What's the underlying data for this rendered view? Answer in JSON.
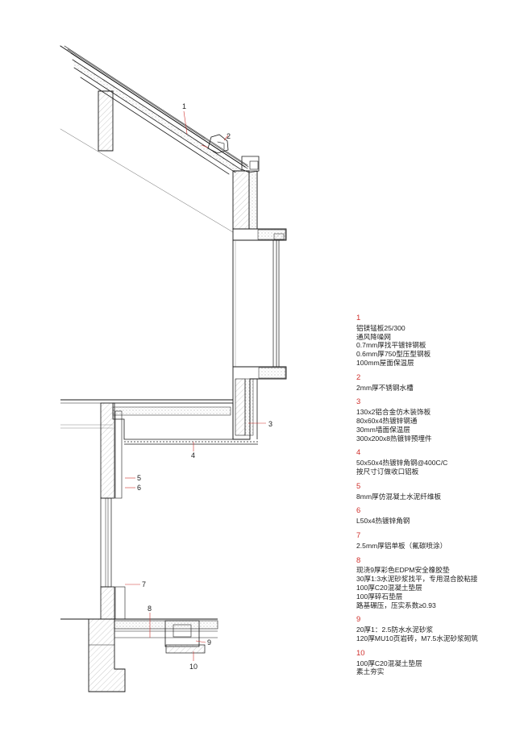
{
  "callouts": [
    "1",
    "2",
    "3",
    "4",
    "5",
    "6",
    "7",
    "8",
    "9",
    "10"
  ],
  "colors": {
    "accent": "#d0312d",
    "line": "#1a1a1a",
    "hatch": "#8a8a8a",
    "callout_line": "#d0312d"
  },
  "legend": [
    {
      "num": "1",
      "lines": [
        "铝镁锰板25/300",
        "通风降噪网",
        "0.7mm厚找平镀锌钢板",
        "0.6mm厚750型压型钢板",
        "100mm屋面保温层"
      ]
    },
    {
      "num": "2",
      "lines": [
        "2mm厚不锈钢水槽"
      ]
    },
    {
      "num": "3",
      "lines": [
        "130x2铝合金仿木装饰板",
        "80x60x4热镀锌钢通",
        "30mm墙面保温层",
        "300x200x8热镀锌预埋件"
      ]
    },
    {
      "num": "4",
      "lines": [
        "50x50x4热镀锌角钢@400C/C",
        "按尺寸订做收口铝板"
      ]
    },
    {
      "num": "5",
      "lines": [
        "8mm厚仿混凝土水泥纤维板"
      ]
    },
    {
      "num": "6",
      "lines": [
        "L50x4热镀锌角钢"
      ]
    },
    {
      "num": "7",
      "lines": [
        "2.5mm厚铝单板（氟碳喷涂）"
      ]
    },
    {
      "num": "8",
      "lines": [
        "现浇9厚彩色EDPM安全橡胶垫",
        "30厚1:3水泥砂浆找平，专用混合胶粘接",
        "100厚C20混凝土垫层",
        "100厚碎石垫层",
        "路基碾压，压实系数≥0.93"
      ]
    },
    {
      "num": "9",
      "lines": [
        "20厚1：2.5防水水泥砂浆",
        "120厚MU10页岩砖，M7.5水泥砂浆砌筑"
      ]
    },
    {
      "num": "10",
      "lines": [
        "100厚C20混凝土垫层",
        "素土夯实"
      ]
    }
  ]
}
